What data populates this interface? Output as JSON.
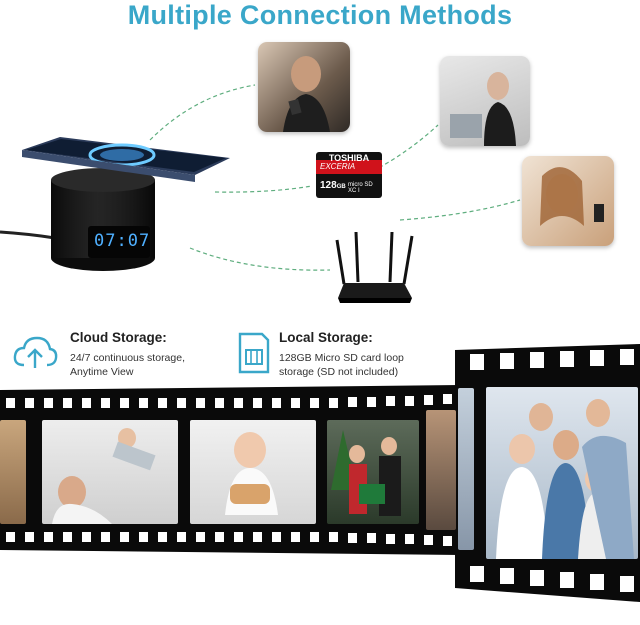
{
  "header": {
    "title": "Multiple Connection Methods"
  },
  "device": {
    "clock_time": "07:07"
  },
  "sd_card": {
    "brand": "TOSHIBA",
    "line": "EXCERIA",
    "capacity": "128",
    "capacity_unit": "GB",
    "format": "micro SD XC I"
  },
  "features": [
    {
      "title": "Cloud Storage:",
      "description_line1": "24/7 continuous storage,",
      "description_line2": "Anytime View"
    },
    {
      "title": "Local Storage:",
      "description_line1": "128GB Micro SD card loop",
      "description_line2": "storage (SD not included)"
    }
  ],
  "colors": {
    "title": "#3aa7c9",
    "icon": "#3aa7c9",
    "clock": "#4fb0ff",
    "sd_red": "#d0121b",
    "film": "#0a0a0a"
  }
}
